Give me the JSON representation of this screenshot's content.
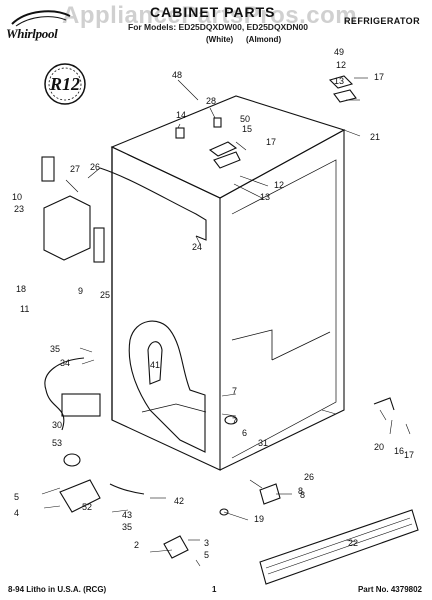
{
  "header": {
    "brand": "Whirlpool",
    "title": "CABINET PARTS",
    "category": "REFRIGERATOR",
    "model_line": "For Models: ED25DQXDW00, ED25DQXDN00",
    "variant_white": "(White)",
    "variant_almond": "(Almond)",
    "watermark": "AppliancePartsPros.com",
    "refrigerant_badge": "R12"
  },
  "callouts": [
    "48",
    "28",
    "14",
    "50",
    "15",
    "17",
    "49",
    "12",
    "13",
    "17",
    "21",
    "12",
    "13",
    "10",
    "27",
    "23",
    "26",
    "7",
    "8",
    "9",
    "25",
    "24",
    "18",
    "11",
    "35",
    "34",
    "41",
    "7",
    "6",
    "30",
    "53",
    "31",
    "20",
    "16",
    "17",
    "52",
    "26",
    "8",
    "42",
    "5",
    "4",
    "43",
    "35",
    "19",
    "2",
    "3",
    "5",
    "22"
  ],
  "footer": {
    "printed": "8-94 Litho in U.S.A. (RCG)",
    "page": "1",
    "part_no": "Part No. 4379802"
  }
}
